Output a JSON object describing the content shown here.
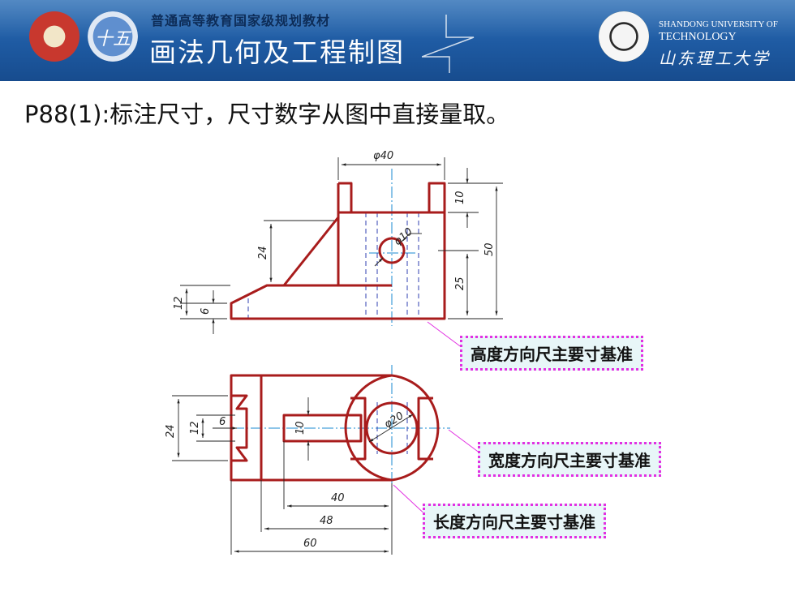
{
  "banner": {
    "subtitle": "普通高等教育国家级规划教材",
    "title": "画法几何及工程制图",
    "logo2_text": "十五",
    "university_en_1": "SHANDONG UNIVERSITY OF",
    "university_en_2": "TECHNOLOGY",
    "university_cn": "山东理工大学"
  },
  "heading": "P88(1):标注尺寸，尺寸数字从图中直接量取。",
  "dimensions": {
    "d40": "φ40",
    "d10_top": "10",
    "d50": "50",
    "d10_hole": "φ10",
    "d24_front": "24",
    "d25": "25",
    "d12_front": "12",
    "d6_front": "6",
    "d24_top": "24",
    "d12_top": "12",
    "d6_top": "6",
    "d10_slot": "10",
    "d20": "φ20",
    "d40_len": "40",
    "d48": "48",
    "d60": "60"
  },
  "tags": {
    "height": "高度方向尺主要寸基准",
    "width": "宽度方向尺主要寸基准",
    "length": "长度方向尺主要寸基准"
  },
  "colors": {
    "outline": "#a81c1c",
    "center_line": "#1a8ad0",
    "hidden_line": "#2f3fb0",
    "leader": "#e230e2",
    "banner": "#1e5aa2"
  }
}
